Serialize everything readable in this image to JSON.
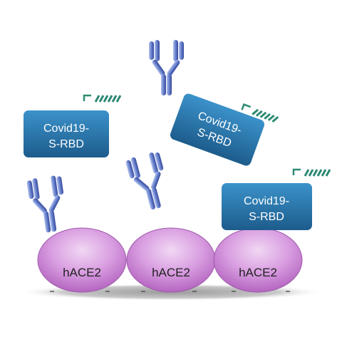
{
  "diagram": {
    "receptors": [
      {
        "label": "hACE2"
      },
      {
        "label": "hACE2"
      },
      {
        "label": "hACE2"
      }
    ],
    "rbd_boxes": [
      {
        "line1": "Covid19-",
        "line2": "S-RBD"
      },
      {
        "line1": "Covid19-",
        "line2": "S-RBD"
      },
      {
        "line1": "Covid19-",
        "line2": "S-RBD"
      }
    ],
    "antibody_count": 3,
    "colors": {
      "receptor_top": "#e8c4ef",
      "receptor_mid": "#c877d2",
      "receptor_edge": "#8e3f99",
      "rbd_top": "#3a8ec6",
      "rbd_bottom": "#1f5f8f",
      "antibody_light": "#8fa6e0",
      "antibody_dark": "#3f56a8",
      "tag": "#2e8a73",
      "membrane": "#b9b9b9"
    }
  }
}
